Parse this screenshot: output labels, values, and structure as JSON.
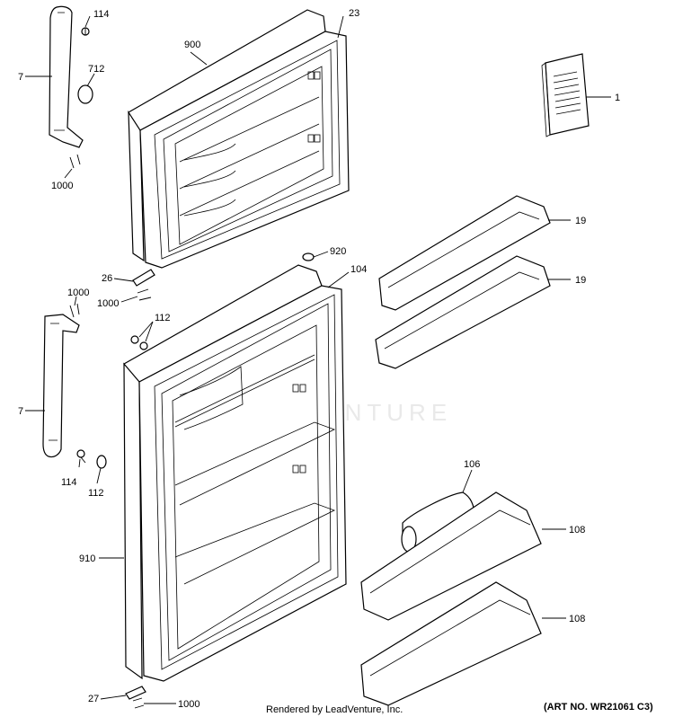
{
  "labels": {
    "p1": "1",
    "p7_top": "7",
    "p7_bottom": "7",
    "p19_top": "19",
    "p19_bottom": "19",
    "p23": "23",
    "p26": "26",
    "p27": "27",
    "p104": "104",
    "p106": "106",
    "p108_top": "108",
    "p108_bottom": "108",
    "p112_top": "112",
    "p112_bottom": "112",
    "p114_top": "114",
    "p114_bottom": "114",
    "p712": "712",
    "p900": "900",
    "p910": "910",
    "p920": "920",
    "p1000_a": "1000",
    "p1000_b": "1000",
    "p1000_c": "1000",
    "p1000_d": "1000"
  },
  "watermark": "LEADVENTURE",
  "footer": {
    "credit": "Rendered by LeadVenture, Inc.",
    "art_no": "(ART NO. WR21061 C3)"
  }
}
